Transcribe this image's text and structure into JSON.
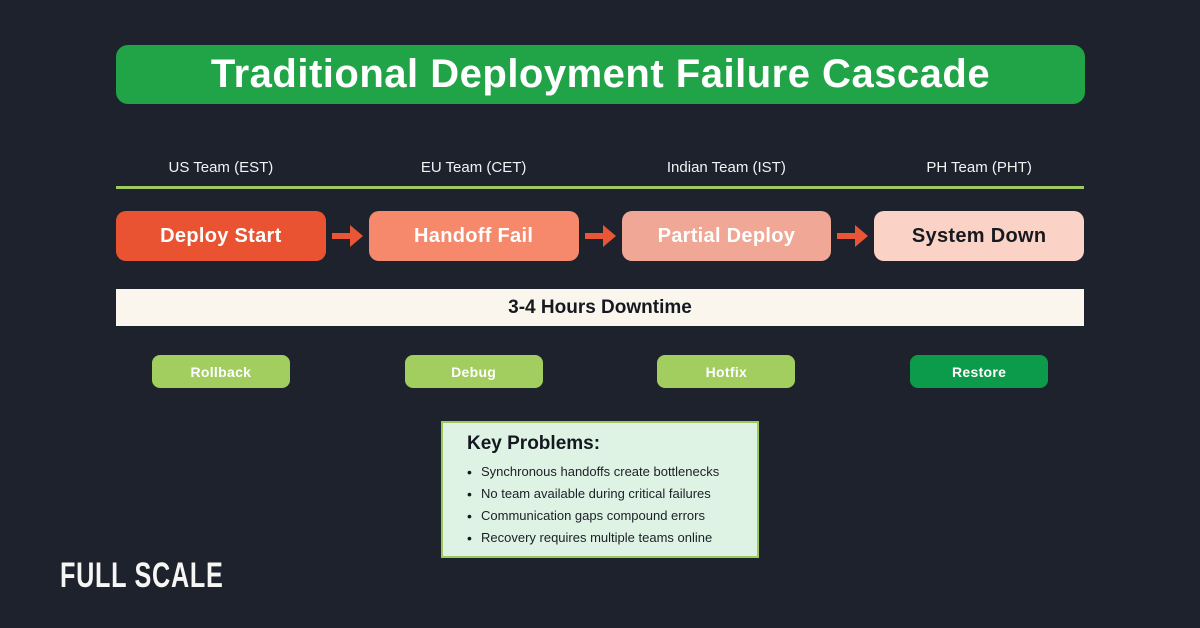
{
  "page": {
    "background": "#1E222D"
  },
  "title": {
    "text": "Traditional Deployment Failure Cascade",
    "bg": "#21A447",
    "color": "#FFFFFF"
  },
  "teams": [
    {
      "label": "US Team (EST)"
    },
    {
      "label": "EU Team (CET)"
    },
    {
      "label": "Indian Team (IST)"
    },
    {
      "label": "PH Team (PHT)"
    }
  ],
  "divider_color": "#9DC95E",
  "flow": {
    "arrow_color": "#E85635",
    "steps": [
      {
        "label": "Deploy Start",
        "bg": "#E95331",
        "color": "#FFFFFF"
      },
      {
        "label": "Handoff Fail",
        "bg": "#F6886C",
        "color": "#FFFFFF"
      },
      {
        "label": "Partial Deploy",
        "bg": "#F0A795",
        "color": "#FFFFFF"
      },
      {
        "label": "System Down",
        "bg": "#FAD3C6",
        "color": "#16191F"
      }
    ]
  },
  "downtime": {
    "text": "3-4 Hours Downtime",
    "bg": "#FAF6ED",
    "color": "#16191F"
  },
  "actions": [
    {
      "label": "Rollback",
      "bg": "#A2CE5F"
    },
    {
      "label": "Debug",
      "bg": "#A2CE5F"
    },
    {
      "label": "Hotfix",
      "bg": "#A2CE5F"
    },
    {
      "label": "Restore",
      "bg": "#0C9B4B"
    }
  ],
  "key_problems": {
    "title": "Key Problems:",
    "bg": "#DFF3E5",
    "border": "#9CC95C",
    "items": [
      "Synchronous handoffs create bottlenecks",
      "No team available during critical failures",
      "Communication gaps compound errors",
      "Recovery requires multiple teams online"
    ]
  },
  "logo": {
    "text": "FULL SCALE"
  }
}
